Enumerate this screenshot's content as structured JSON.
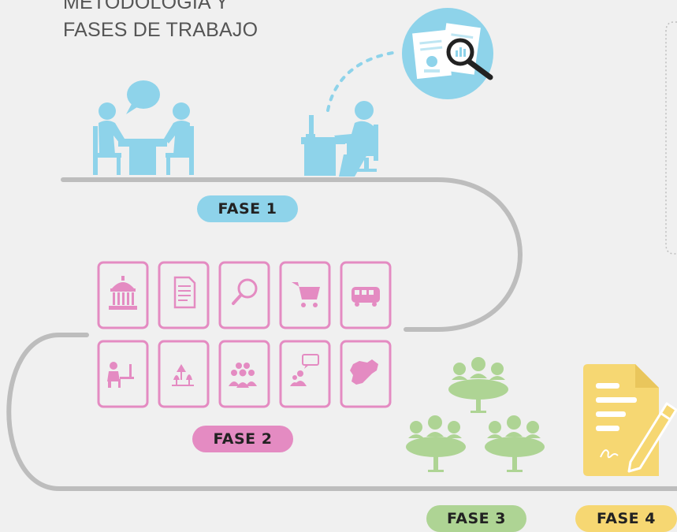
{
  "title": {
    "line1": "METODOLOGÍA Y",
    "line2": "FASES DE TRABAJO"
  },
  "phases": [
    {
      "label": "FASE 1",
      "color": "#8ed3ea"
    },
    {
      "label": "FASE 2",
      "color": "#e48bc2"
    },
    {
      "label": "FASE 3",
      "color": "#aed494"
    },
    {
      "label": "FASE 4",
      "color": "#f6d772"
    }
  ],
  "colors": {
    "path": "#bdbdbd",
    "blue": "#8ed3ea",
    "pink": "#e48bc2",
    "green": "#aed494",
    "yellow": "#f6d772",
    "note_border": "#bdbdbd"
  },
  "phase2_icons": [
    "building-icon",
    "document-icon",
    "magnifier-icon",
    "cart-icon",
    "bus-icon",
    "person-at-desk-icon",
    "trees-icon",
    "group-icon",
    "speaker-icon",
    "map-icon"
  ]
}
